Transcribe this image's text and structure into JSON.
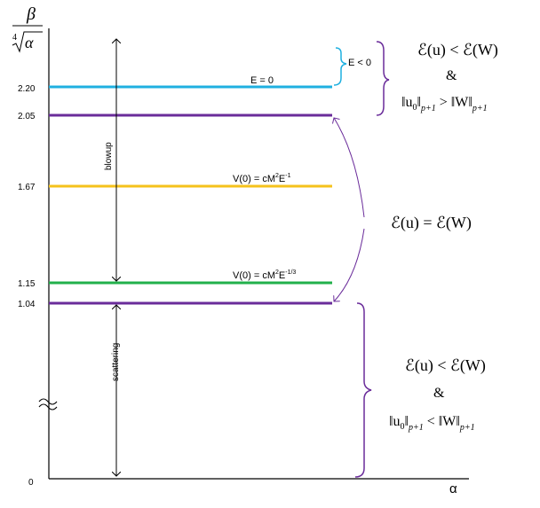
{
  "y_axis": {
    "label_top": "β",
    "label_root_index": "4",
    "label_radicand": "α"
  },
  "x_axis": {
    "label": "α"
  },
  "ticks": {
    "t220": "2.20",
    "t205": "2.05",
    "t167": "1.67",
    "t115": "1.15",
    "t104": "1.04",
    "t0": "0"
  },
  "lines": {
    "e0": {
      "label": "E = 0",
      "color": "#1fb0e0"
    },
    "top_purple": {
      "color": "#6a2c9a"
    },
    "yellow": {
      "label_main": "V(0) = cM",
      "label_sup1": "2",
      "label_mid": "E",
      "label_sup2": "-1",
      "color": "#f5c21b"
    },
    "green": {
      "label_main": "V(0) = cM",
      "label_sup1": "2",
      "label_mid": "E",
      "label_sup2": "-1/3",
      "color": "#22b04b"
    },
    "low_purple": {
      "color": "#6a2c9a"
    }
  },
  "regions": {
    "blowup": "blowup",
    "scattering": "scattering",
    "e_neg": "E < 0"
  },
  "conditions": {
    "top": {
      "energy": "ℰ(u) < ℰ(W)",
      "amp": "&",
      "norm_a": "‖u",
      "norm_sub0": "0",
      "norm_b": "‖",
      "norm_p": "p+1",
      "norm_rel": " > ‖W‖"
    },
    "middle": {
      "energy": "ℰ(u) = ℰ(W)"
    },
    "bottom": {
      "energy": "ℰ(u) < ℰ(W)",
      "amp": "&",
      "norm_a": "‖u",
      "norm_sub0": "0",
      "norm_b": "‖",
      "norm_p": "p+1",
      "norm_rel": " < ‖W‖"
    }
  },
  "colors": {
    "axis": "#000000",
    "brace_cyan": "#1fb0e0",
    "brace_purple": "#6a2c9a"
  }
}
